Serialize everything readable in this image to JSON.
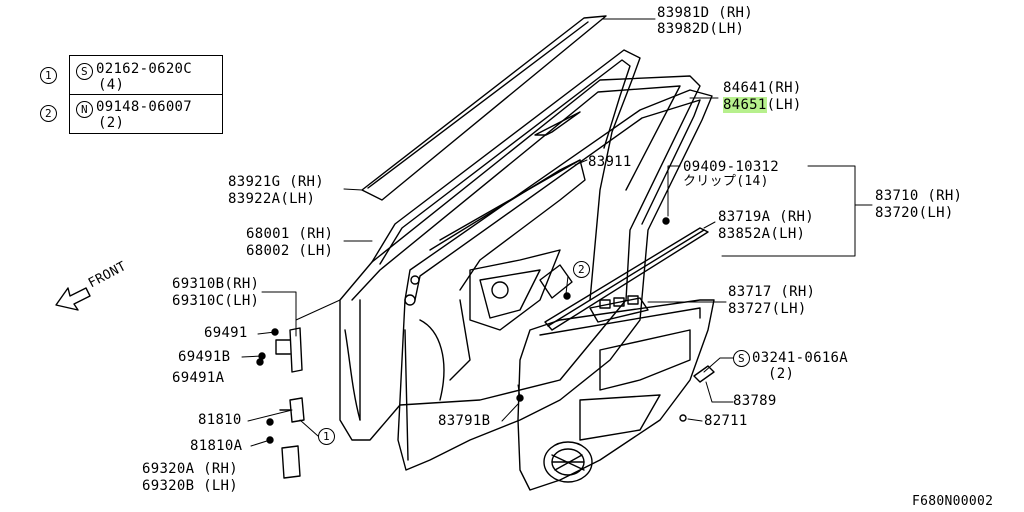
{
  "legend": {
    "row1": {
      "ref": "1",
      "symbol": "S",
      "part": "02162-0620C",
      "qty": "(4)"
    },
    "row2": {
      "ref": "2",
      "symbol": "N",
      "part": "09148-06007",
      "qty": "(2)"
    }
  },
  "labels": {
    "l83981": "83981D (RH)",
    "l83982": "83982D(LH)",
    "l84641": "84641(RH)",
    "l84651_part": "84651",
    "l84651_side": "(LH)",
    "l83911": "83911",
    "l09409": "09409-10312",
    "lclip": "クリップ(14)",
    "l83710": "83710 (RH)",
    "l83720": "83720(LH)",
    "l83921": "83921G (RH)",
    "l83922": "83922A(LH)",
    "l83719": "83719A (RH)",
    "l83852": "83852A(LH)",
    "l68001": "68001 (RH)",
    "l68002": "68002 (LH)",
    "front": "FRONT",
    "l69310b": "69310B(RH)",
    "l69310c": "69310C(LH)",
    "l83717": "83717 (RH)",
    "l83727": "83727(LH)",
    "l69491": "69491",
    "l69491b": "69491B",
    "l69491a": "69491A",
    "l03241": "03241-0616A",
    "l03241q": "(2)",
    "l03241s": "S",
    "l83789": "83789",
    "l81810": "81810",
    "l83791b": "83791B",
    "l82711": "82711",
    "l81810a": "81810A",
    "l69320a": "69320A (RH)",
    "l69320b": "69320B (LH)",
    "callout1": "1",
    "callout2": "2",
    "figcode": "F680N00002"
  },
  "colors": {
    "highlight": "#b7f08d",
    "line": "#000000"
  }
}
